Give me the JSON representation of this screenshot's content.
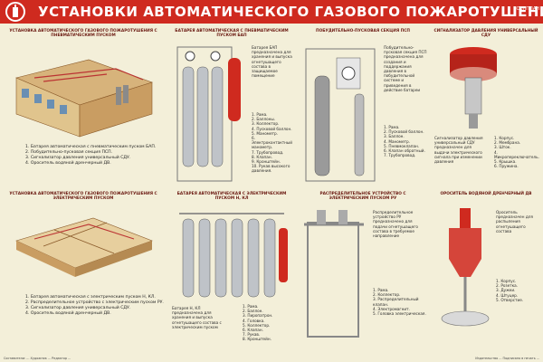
{
  "title": "УСТАНОВКИ АВТОМАТИЧЕСКОГО ГАЗОВОГО ПОЖАРОТУШЕНИЯ",
  "publisher": "ВОЕНПЛАН",
  "colors": {
    "title_bar": "#cf2a1f",
    "background": "#f3efd9",
    "accent_text": "#6b1a12"
  },
  "panels": {
    "p1": {
      "title": "УСТАНОВКА АВТОМАТИЧЕСКОГО ГАЗОВОГО ПОЖАРОТУШЕНИЯ С ПНЕВМАТИЧЕСКИМ ПУСКОМ",
      "captions": [
        "1. Батарея автоматическая с пневматическим пуском БАП.",
        "2. Побудительно-пусковая секция ПСП.",
        "3. Сигнализатор давления универсальный СДУ.",
        "4. Ороситель водяной дренчерный ДВ."
      ]
    },
    "p2": {
      "title": "БАТАРЕЯ АВТОМАТИЧЕСКАЯ С ПНЕВМАТИЧЕСКИМ ПУСКОМ БАП",
      "text": "Батарея БАП предназначена для хранения и выпуска огнетушащего состава в защищаемое помещение",
      "parts": "1. Рама.\n2. Баллоны.\n3. Коллектор.\n4. Пусковой баллон.\n5. Манометр.\n6. Электроконтактный манометр.\n7. Трубопровод.\n8. Клапан.\n9. Кронштейн.\n10. Рукав высокого давления."
    },
    "p3": {
      "title": "ПОБУДИТЕЛЬНО-ПУСКОВАЯ СЕКЦИЯ ПСП",
      "text": "Побудительно-пусковая секция ПСП предназначена для создания и поддержания давления в побудительной системе и приведения в действие батареи",
      "parts": "1. Рама.\n2. Пусковой баллон.\n3. Баллон.\n4. Манометр.\n5. Пневмоклапан.\n6. Клапан обратный.\n7. Трубопровод."
    },
    "p4": {
      "title": "СИГНАЛИЗАТОР ДАВЛЕНИЯ УНИВЕРСАЛЬНЫЙ СДУ",
      "text": "Сигнализатор давления универсальный СДУ предназначен для выдачи электрического сигнала при изменении давления",
      "parts": "1. Корпус.\n2. Мембрана.\n3. Шток.\n4. Микропереключатель.\n5. Крышка.\n6. Пружина."
    },
    "p5": {
      "title": "УСТАНОВКА АВТОМАТИЧЕСКОГО ГАЗОВОГО ПОЖАРОТУШЕНИЯ С ЭЛЕКТРИЧЕСКИМ ПУСКОМ",
      "captions": [
        "1. Батарея автоматическая с электрическим пуском Н, КЛ.",
        "2. Распределительное устройство с электрическим пуском РУ.",
        "3. Сигнализатор давления универсальный СДУ.",
        "4. Ороситель водяной дренчерный ДВ."
      ]
    },
    "p6": {
      "title": "БАТАРЕЯ АВТОМАТИЧЕСКАЯ С ЭЛЕКТРИЧЕСКИМ ПУСКОМ Н, КЛ",
      "text": "Батарея Н, КЛ предназначена для хранения и выпуска огнетушащего состава с электрическим пуском",
      "parts": "1. Рама.\n2. Баллон.\n3. Пиропатрон.\n4. Головка.\n5. Коллектор.\n6. Клапан.\n7. Рукав.\n8. Кронштейн."
    },
    "p7": {
      "title": "РАСПРЕДЕЛИТЕЛЬНОЕ УСТРОЙСТВО С ЭЛЕКТРИЧЕСКИМ ПУСКОМ РУ",
      "text": "Распределительное устройство РУ предназначено для подачи огнетушащего состава в требуемое направление",
      "parts": "1. Рама.\n2. Коллектор.\n3. Распределительный клапан.\n4. Электромагнит.\n5. Головка электрическая."
    },
    "p8": {
      "title": "ОРОСИТЕЛЬ ВОДЯНОЙ ДРЕНЧЕРНЫЙ ДВ",
      "text": "Ороситель предназначен для распыления огнетушащего состава",
      "parts": "1. Корпус.\n2. Розетка.\n3. Дужки.\n4. Штуцер.\n5. Отверстие."
    }
  },
  "footer": {
    "left": "Составители: ... Художник ... Редактор ...",
    "right": "Издательство ... Подписано в печать ..."
  }
}
